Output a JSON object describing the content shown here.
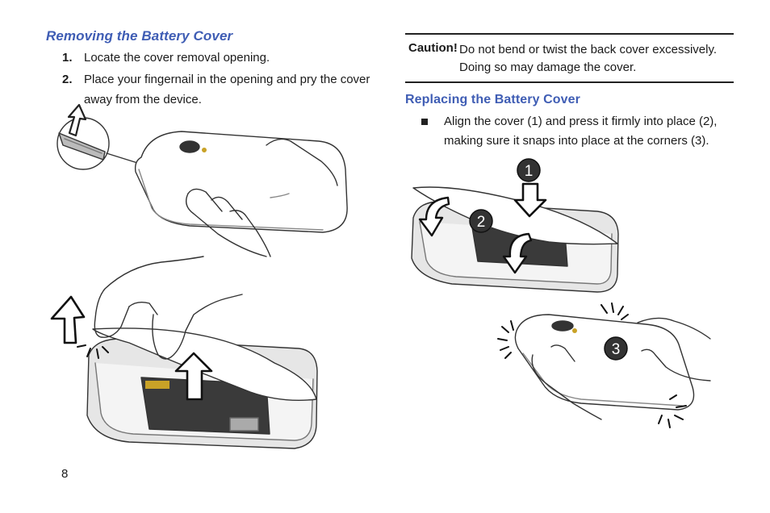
{
  "left": {
    "heading": "Removing the Battery Cover",
    "steps": [
      {
        "num": "1.",
        "text": "Locate the cover removal opening."
      },
      {
        "num": "2.",
        "text": "Place your fingernail in the opening and pry the cover away from the device."
      }
    ]
  },
  "right": {
    "caution": {
      "label": "Caution!",
      "text": "Do not bend or twist the back cover excessively. Doing so may damage the cover."
    },
    "heading": "Replacing the Battery Cover",
    "bullet": "Align the cover (1) and press it firmly into place (2), making sure it snaps into place at the corners (3)."
  },
  "figure_labels": {
    "step1": "1",
    "step2": "2",
    "step3": "3"
  },
  "page_number": "8"
}
